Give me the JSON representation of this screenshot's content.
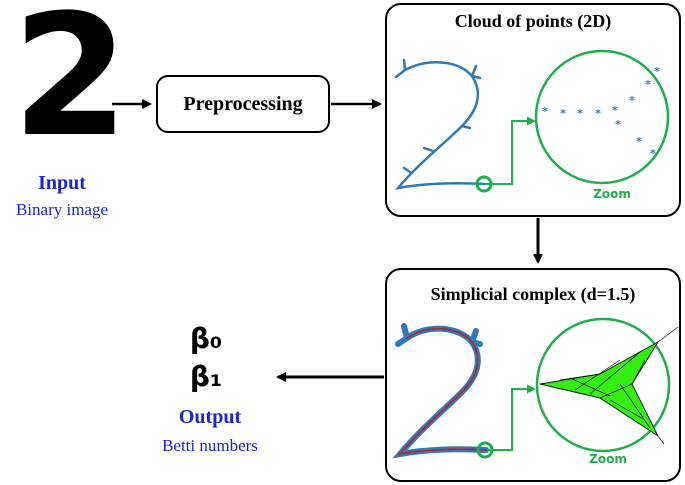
{
  "input": {
    "digit": "2",
    "title": "Input",
    "subtitle": "Binary image"
  },
  "preprocessing": {
    "label": "Preprocessing"
  },
  "cloud": {
    "title": "Cloud of points (2D)",
    "zoom_label": "Zoom"
  },
  "complex": {
    "title": "Simplicial complex (d=1.5)",
    "zoom_label": "Zoom"
  },
  "output": {
    "beta0": "β₀",
    "beta1": "β₁",
    "title": "Output",
    "subtitle": "Betti numbers"
  },
  "colors": {
    "blue_text": "#1a23d8",
    "stroke_blue": "#2e7ab8",
    "green": "#1fae4a",
    "fill_green": "#33ee11",
    "red": "#c0202a"
  }
}
